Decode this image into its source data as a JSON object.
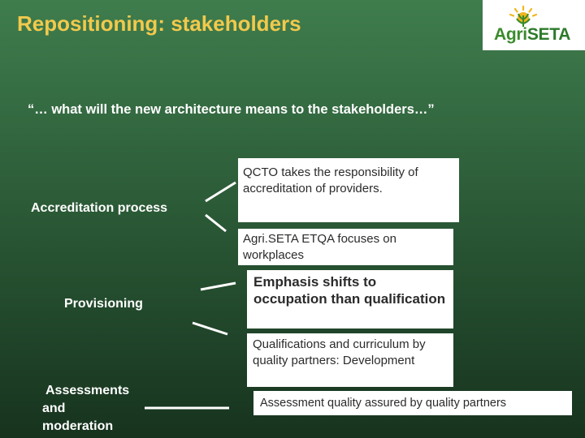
{
  "header": {
    "title": "Repositioning: stakeholders",
    "logo": {
      "text_part1": "Agri",
      "text_part2": "SETA",
      "icon": "sun-wheat-icon"
    }
  },
  "quote": "“… what will the new architecture means to the stakeholders…”",
  "labels": {
    "accreditation": "Accreditation process",
    "provisioning": "Provisioning",
    "assessments_line1": "Assessments",
    "assessments_line2": "and",
    "assessments_line3": "moderation"
  },
  "boxes": {
    "qcto": "QCTO takes the responsibility of accreditation of providers.",
    "etqa": "Agri.SETA ETQA focuses on workplaces",
    "emphasis": "Emphasis shifts to occupation than qualification",
    "qualifications": "Qualifications and curriculum by quality partners: Development",
    "assessment_quality": "Assessment quality assured by quality partners"
  },
  "colors": {
    "title": "#f2c94c",
    "background_top": "#3f7d4d",
    "background_bottom": "#17331e",
    "logo_green": "#3a8b2c"
  }
}
